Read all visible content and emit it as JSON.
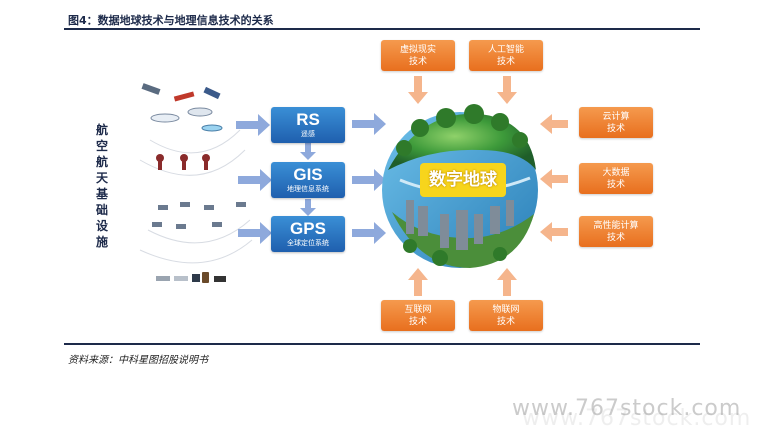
{
  "figure": {
    "title": "图4：数据地球技术与地理信息技术的关系",
    "source": "资料来源：中科星图招股说明书",
    "watermark": "www.767stock.com"
  },
  "left_label": "航空航天基础设施",
  "tech_boxes": [
    {
      "abbr": "RS",
      "name": "遥感"
    },
    {
      "abbr": "GIS",
      "name": "地理信息系统"
    },
    {
      "abbr": "GPS",
      "name": "全球定位系统"
    }
  ],
  "center_label": "数字地球",
  "top_boxes": [
    {
      "line1": "虚拟现实",
      "line2": "技术"
    },
    {
      "line1": "人工智能",
      "line2": "技术"
    }
  ],
  "right_boxes": [
    {
      "line1": "云计算",
      "line2": "技术"
    },
    {
      "line1": "大数据",
      "line2": "技术"
    },
    {
      "line1": "高性能计算",
      "line2": "技术"
    }
  ],
  "bottom_boxes": [
    {
      "line1": "互联网",
      "line2": "技术"
    },
    {
      "line1": "物联网",
      "line2": "技术"
    }
  ],
  "colors": {
    "blue_box": "#2a74c4",
    "orange_box": "#ee7d2b",
    "arrow_blue": "#8ea9dc",
    "arrow_orange": "#f5b58c",
    "globe_label": "#f7d51c",
    "rule": "#1d2a4a"
  }
}
